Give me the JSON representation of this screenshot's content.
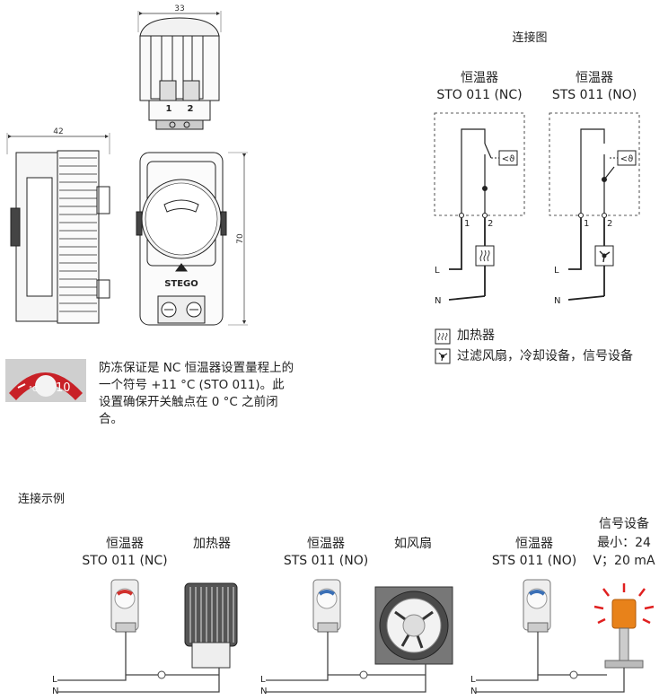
{
  "dimensions": {
    "top_width": "33",
    "side_width": "42",
    "height": "70",
    "term_1": "1",
    "term_2": "2"
  },
  "logo": "STEGO",
  "dial_label": "10",
  "dial_unit": "°C",
  "wiring": {
    "title": "连接图",
    "nc": {
      "name": "恒温器",
      "model": "STO 011 (NC)"
    },
    "no": {
      "name": "恒温器",
      "model": "STS 011 (NO)"
    },
    "terminal_1": "1",
    "terminal_2": "2",
    "line_L": "L",
    "line_N": "N"
  },
  "legend": [
    {
      "icon": "heater-icon",
      "label": "加热器"
    },
    {
      "icon": "fan-icon",
      "label": "过滤风扇，冷却设备，信号设备"
    }
  ],
  "note": "防冻保证是 NC 恒温器设置量程上的一个符号 +11 °C (STO 011)。此设置确保开关触点在 0 °C 之前闭合。",
  "examples_title": "连接示例",
  "examples": [
    {
      "device_name": "恒温器",
      "device_model": "STO 011 (NC)",
      "load": "加热器"
    },
    {
      "device_name": "恒温器",
      "device_model": "STS 011 (NO)",
      "load": "如风扇"
    },
    {
      "device_name": "恒温器",
      "device_model": "STS 011 (NO)",
      "load_title": "信号设备",
      "load_line1": "最小：24",
      "load_line2": "V；20 mA"
    }
  ],
  "example_L": "L",
  "example_N": "N",
  "colors": {
    "nc_accent": "#d0312d",
    "no_accent": "#3a6fb5",
    "lamp": "#e8821a",
    "lamp_rays": "#e02020"
  }
}
